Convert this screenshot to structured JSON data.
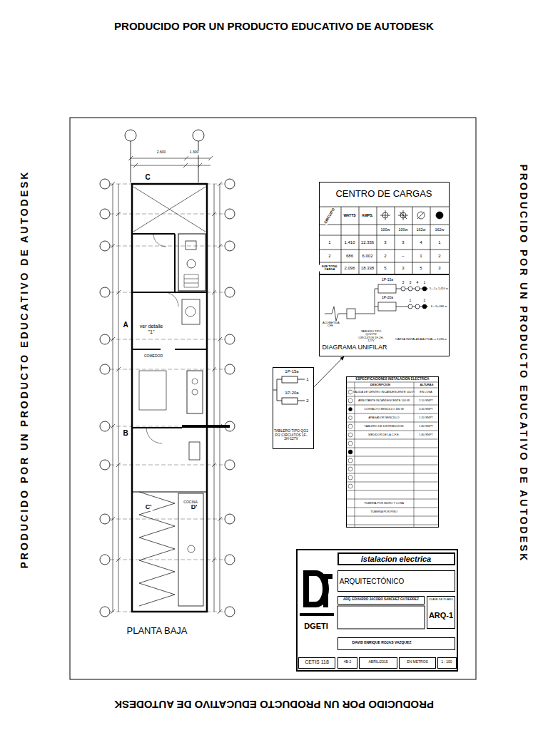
{
  "diagram": {
    "nodes": [
      {
        "text": [
          "CENTRO DE CARGAS"
        ]
      },
      {
        "text": [
          "DIAGRAMA UNIFILAR"
        ]
      },
      {
        "text": [
          "1P-15a",
          "1P-20a",
          "1",
          "2",
          "TABLERO TIPO QO2 P/2 CIRCUITOS 1F-2H-127V"
        ]
      },
      {
        "text": [
          "ESPECIFICACIONES INSTALACION ELECTRICA",
          "DESCRIPCION",
          "ALTURAS"
        ]
      },
      {
        "text": [
          "DGETI"
        ]
      },
      {
        "text": [
          "istalacion electrica"
        ],
        "in": 4
      },
      {
        "text": [
          "ARQUITECTÓNICO"
        ],
        "in": 4
      },
      {
        "text": [
          "ARQ. EDUARDO JACOBO SANCHEZ GUTIERREZ"
        ],
        "in": 4
      },
      {
        "text": [
          "CLAVE DE PLANO",
          "ARQ-1"
        ],
        "in": 4
      },
      {
        "text": [
          "DAVID ENRIQUE ROJAS VAZQUEZ"
        ],
        "in": 4
      },
      {
        "text": [
          "CETIS 118"
        ],
        "in": 4
      },
      {
        "text": [
          "4B-2"
        ],
        "in": 4
      },
      {
        "text": [
          "ABRIL/2015"
        ],
        "in": 4
      },
      {
        "text": [
          "EN METROS"
        ],
        "in": 4
      },
      {
        "text": [
          "1 : 100"
        ],
        "in": 4
      }
    ],
    "edges": [
      {
        "from": 2,
        "to": 1,
        "arrow": "to"
      }
    ],
    "labels": [
      "PRODUCIDO POR UN PRODUCTO EDUCATIVO DE AUTODESK",
      "PRODUCIDO POR UN PRODUCTO EDUCATIVO DE AUTODESK",
      "PRODUCIDO POR UN PRODUCTO EDUCATIVO DE AUTODESK",
      "PRODUCIDO POR UN PRODUCTO EDUCATIVO DE AUTODESK",
      "PLANTA BAJA",
      "C",
      "A",
      "B",
      "C'",
      "D'",
      "ver detalle \"1\"",
      "COMEDOR",
      "COCINA",
      "2.600",
      "1.300",
      "CIRCUITO",
      "WATTS",
      "AMPS.",
      "100w",
      "100w",
      "162w",
      "162w",
      "1",
      "1,410",
      "12.336",
      "3",
      "3",
      "4",
      "1",
      "2",
      "686",
      "6.002",
      "2",
      "–",
      "1",
      "2",
      "SUB TOTAL CARGA",
      "2,096",
      "18.338",
      "5",
      "3",
      "5",
      "3",
      "ACOMETIDA CFE",
      "1P-15a",
      "1P-20a",
      "3",
      "3",
      "4",
      "1",
      "1",
      "2",
      "5—1= 1,410 w",
      "6—2= 686 w",
      "TABLERO TIPO QO2 P/2 CIRCUITOS 1F-2H-127V",
      "CARGA INSTALADA ACTUAL = 2,096 w",
      "SALIDA DE CENTRO INCANDESCENTE 100 W",
      "EN LOSA",
      "ARBOTANTE INCANDESCENTE 100 W",
      "2.10 SNPT",
      "CONTACTO SENCILLO 180 W",
      "0.30 SNPT",
      "APAGADOR SENCILLO",
      "1.20 SNPT",
      "TABLERO DE DISTRIBUCION",
      "1.80 SNPT",
      "MEDIDOR DE LA C.F.E.",
      "1.80 SNPT",
      "TUBERIA POR MURO Y LOSA",
      "TUBERIA POR PISO"
    ]
  }
}
